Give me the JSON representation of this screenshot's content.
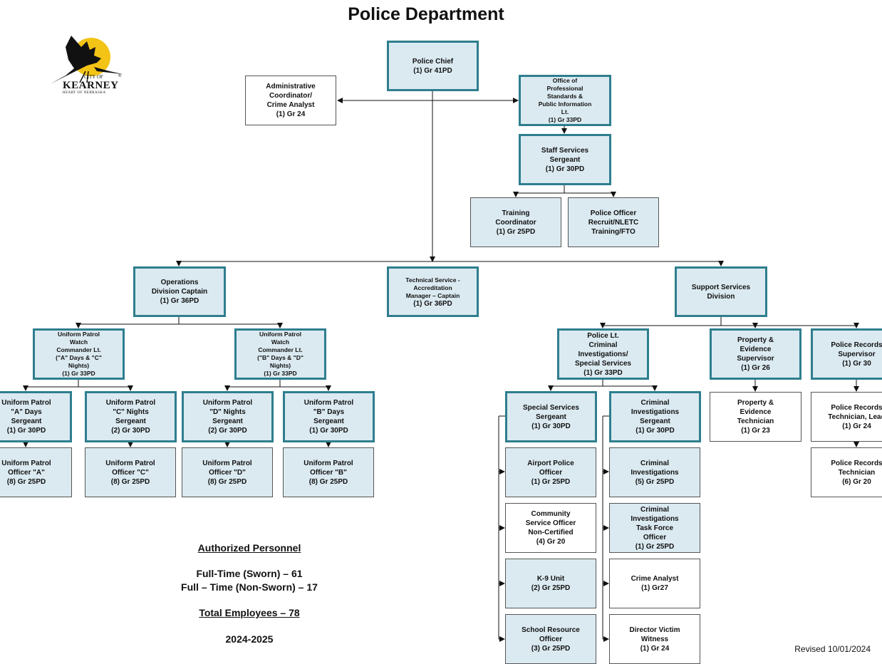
{
  "title": "Police Department",
  "logo": {
    "city": "CITY OF",
    "name": "KEARNEY",
    "tagline": "HEART OF NEBRASKA",
    "mark": "®"
  },
  "chief": {
    "l1": "Police Chief",
    "l2": "(1)  Gr 41PD"
  },
  "admin": {
    "l1": "Administrative",
    "l2": "Coordinator/",
    "l3": "Crime Analyst",
    "l4": "(1) Gr 24"
  },
  "ops_std": {
    "l1": "Office of",
    "l2": "Professional",
    "l3": "Standards &",
    "l4": "Public Information",
    "l5": "Lt.",
    "l6": "(1) Gr 33PD"
  },
  "staff_sgt": {
    "l1": "Staff Services",
    "l2": "Sergeant",
    "l3": "(1) Gr 30PD"
  },
  "training": {
    "l1": "Training",
    "l2": "Coordinator",
    "l3": "(1) Gr 25PD"
  },
  "recruit": {
    "l1": "Police Officer",
    "l2": "Recruit/NLETC",
    "l3": "Training/FTO"
  },
  "ops_capt": {
    "l1": "Operations",
    "l2": "Division Captain",
    "l3": "(1) Gr 36PD"
  },
  "tech": {
    "l1": "Technical Service -",
    "l2": "Accreditation",
    "l3": "Manager – Captain",
    "l4": "(1) Gr 36PD"
  },
  "support": {
    "l1": "Support Services",
    "l2": "Division"
  },
  "watch_a": {
    "l1": "Uniform Patrol",
    "l2": "Watch",
    "l3": "Commander Lt.",
    "l4": "(\"A\" Days & \"C\"",
    "l5": "Nights)",
    "l6": "(1) Gr 33PD"
  },
  "watch_b": {
    "l1": "Uniform Patrol",
    "l2": "Watch",
    "l3": "Commander Lt.",
    "l4": "(\"B\" Days & \"D\"",
    "l5": "Nights)",
    "l6": "(1) Gr 33PD"
  },
  "sgt_a": {
    "l1": "Uniform Patrol",
    "l2": "\"A\" Days",
    "l3": "Sergeant",
    "l4": "(1) Gr 30PD"
  },
  "sgt_c": {
    "l1": "Uniform Patrol",
    "l2": "\"C\" Nights",
    "l3": "Sergeant",
    "l4": "(2) Gr 30PD"
  },
  "sgt_d": {
    "l1": "Uniform Patrol",
    "l2": "\"D\" Nights",
    "l3": "Sergeant",
    "l4": "(2) Gr 30PD"
  },
  "sgt_b": {
    "l1": "Uniform Patrol",
    "l2": "\"B\" Days",
    "l3": "Sergeant",
    "l4": "(1) Gr 30PD"
  },
  "off_a": {
    "l1": "Uniform Patrol",
    "l2": "Officer \"A\"",
    "l3": "(8) Gr 25PD"
  },
  "off_c": {
    "l1": "Uniform Patrol",
    "l2": "Officer \"C\"",
    "l3": "(8) Gr 25PD"
  },
  "off_d": {
    "l1": "Uniform Patrol",
    "l2": "Officer \"D\"",
    "l3": "(8) Gr 25PD"
  },
  "off_b": {
    "l1": "Uniform Patrol",
    "l2": "Officer \"B\"",
    "l3": "(8) Gr 25PD"
  },
  "lt_ci": {
    "l1": "Police Lt.",
    "l2": "Criminal",
    "l3": "Investigations/",
    "l4": "Special Services",
    "l5": "(1) Gr 33PD"
  },
  "prop_sup": {
    "l1": "Property &",
    "l2": "Evidence",
    "l3": "Supervisor",
    "l4": "(1) Gr 26"
  },
  "rec_sup": {
    "l1": "Police Records",
    "l2": "Supervisor",
    "l3": "(1) Gr 30"
  },
  "ss_sgt": {
    "l1": "Special Services",
    "l2": "Sergeant",
    "l3": "(1) Gr 30PD"
  },
  "ci_sgt": {
    "l1": "Criminal",
    "l2": "Investigations",
    "l3": "Sergeant",
    "l4": "(1) Gr 30PD"
  },
  "prop_tech": {
    "l1": "Property &",
    "l2": "Evidence",
    "l3": "Technician",
    "l4": "(1) Gr 23"
  },
  "rec_lead": {
    "l1": "Police Records",
    "l2": "Technician, Lead",
    "l3": "(1) Gr 24"
  },
  "rec_tech": {
    "l1": "Police Records",
    "l2": "Technician",
    "l3": "(6) Gr 20"
  },
  "airport": {
    "l1": "Airport Police",
    "l2": "Officer",
    "l3": "(1) Gr 25PD"
  },
  "cso": {
    "l1": "Community",
    "l2": "Service Officer",
    "l3": "Non-Certified",
    "l4": "(4) Gr 20"
  },
  "k9": {
    "l1": "K-9 Unit",
    "l2": "(2) Gr 25PD"
  },
  "sro": {
    "l1": "School Resource",
    "l2": "Officer",
    "l3": "(3) Gr 25PD"
  },
  "ci": {
    "l1": "Criminal",
    "l2": "Investigations",
    "l3": "(5) Gr 25PD"
  },
  "citf": {
    "l1": "Criminal",
    "l2": "Investigations",
    "l3": "Task Force",
    "l4": "Officer",
    "l5": "(1) Gr 25PD"
  },
  "analyst": {
    "l1": "Crime Analyst",
    "l2": "(1) Gr27"
  },
  "victim": {
    "l1": "Director Victim",
    "l2": "Witness",
    "l3": "(1) Gr 24"
  },
  "summary": {
    "heading": "Authorized Personnel",
    "sworn": "Full-Time (Sworn) – 61",
    "non_sworn": "Full – Time (Non-Sworn) – 17",
    "total": "Total Employees – 78",
    "year": "2024-2025"
  },
  "revised": "Revised 10/01/2024",
  "colors": {
    "border_major": "#2e7e8e",
    "fill": "#dbeaf1",
    "logo_sun": "#f3c316"
  }
}
